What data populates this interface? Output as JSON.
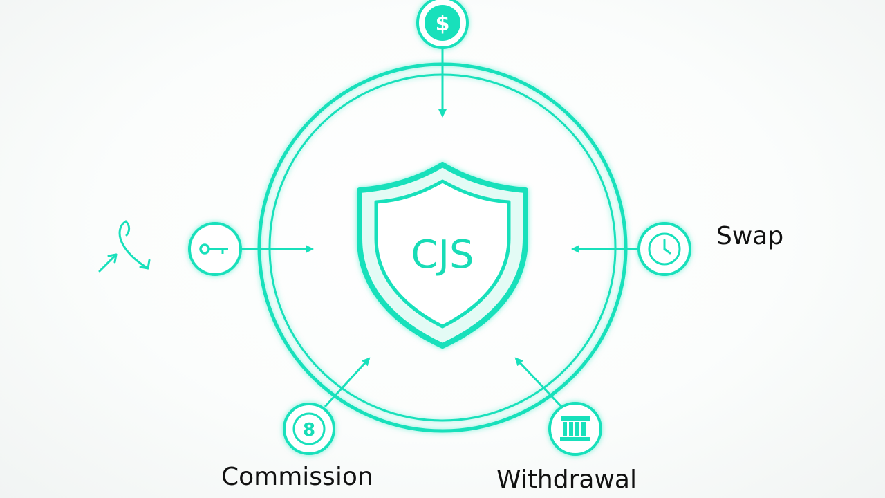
{
  "center": {
    "text": "CJS"
  },
  "nodes": {
    "top": {
      "icon": "dollar-icon",
      "glyph": "$"
    },
    "left": {
      "icon": "key-icon"
    },
    "right": {
      "icon": "clock-icon",
      "label": "Swap"
    },
    "bottom_left": {
      "icon": "coin-icon",
      "glyph": "8",
      "label": "Commission"
    },
    "bottom_right": {
      "icon": "bank-icon",
      "label": "Withdrawal"
    }
  },
  "colors": {
    "accent": "#18e0bb",
    "accent_fill": "#e3fbf5",
    "text": "#111111",
    "background": "#ffffff"
  }
}
